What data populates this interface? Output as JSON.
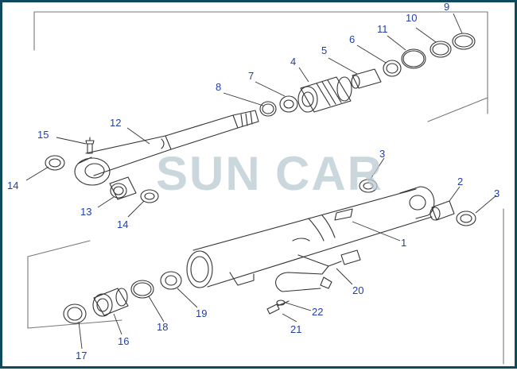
{
  "watermark": {
    "text_left": "SUN",
    "text_right": "CAR",
    "color": "#b9cbd3"
  },
  "label_color": "#1f3fa8",
  "line_color": "#333333",
  "callouts": [
    {
      "id": "c1",
      "text": "1"
    },
    {
      "id": "c2",
      "text": "2"
    },
    {
      "id": "c3a",
      "text": "3"
    },
    {
      "id": "c3b",
      "text": "3"
    },
    {
      "id": "c4",
      "text": "4"
    },
    {
      "id": "c5",
      "text": "5"
    },
    {
      "id": "c6",
      "text": "6"
    },
    {
      "id": "c7",
      "text": "7"
    },
    {
      "id": "c8",
      "text": "8"
    },
    {
      "id": "c9",
      "text": "9"
    },
    {
      "id": "c10",
      "text": "10"
    },
    {
      "id": "c11",
      "text": "11"
    },
    {
      "id": "c12",
      "text": "12"
    },
    {
      "id": "c13",
      "text": "13"
    },
    {
      "id": "c14a",
      "text": "14"
    },
    {
      "id": "c14b",
      "text": "14"
    },
    {
      "id": "c15",
      "text": "15"
    },
    {
      "id": "c16",
      "text": "16"
    },
    {
      "id": "c17",
      "text": "17"
    },
    {
      "id": "c18",
      "text": "18"
    },
    {
      "id": "c19",
      "text": "19"
    },
    {
      "id": "c20",
      "text": "20"
    },
    {
      "id": "c21",
      "text": "21"
    },
    {
      "id": "c22",
      "text": "22"
    }
  ]
}
